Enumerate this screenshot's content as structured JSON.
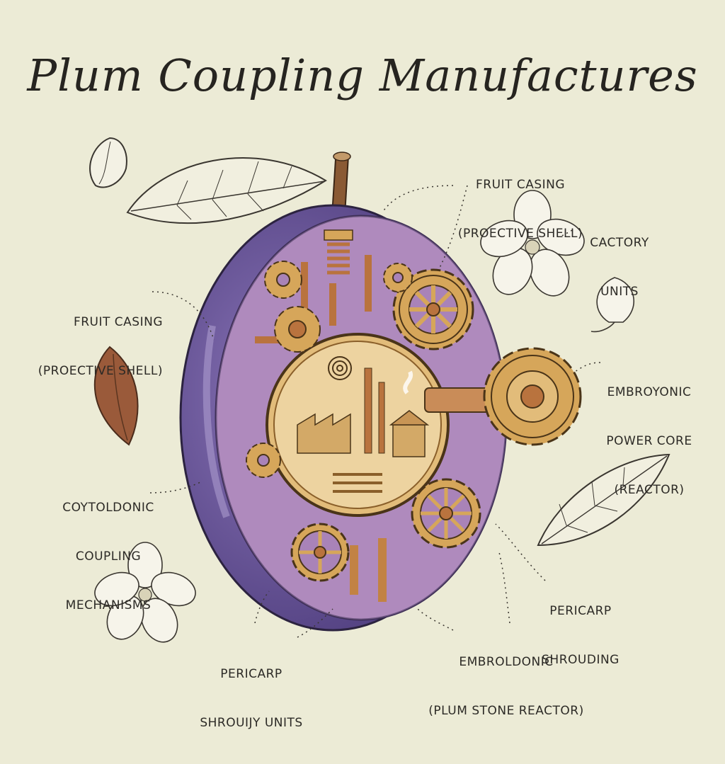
{
  "title": "Plum Coupling Manufactures",
  "labels": {
    "casing_top": [
      "FRUIT CASING",
      "(PROECTIVE SHELL)"
    ],
    "casing_left": [
      "FRUIT CASING",
      "(PROECTIVE SHELL)"
    ],
    "cactory": [
      "CACTORY",
      "UNITS"
    ],
    "power_core": [
      "EMBROYONIC",
      "POWER CORE",
      "(REACTOR)"
    ],
    "coupling": [
      "COYTOLDONIC",
      "COUPLING",
      "MECHANISMS"
    ],
    "pericarp_right": [
      "PERICARP",
      "SHROUDING"
    ],
    "embroldonic": [
      "EMBROLDONIC",
      "(PLUM STONE REACTOR)"
    ],
    "pericarp_bottom": [
      "PERICARP",
      "SHROUIJY UNITS"
    ]
  },
  "colors": {
    "background": "#ecebd6",
    "plum_skin": "#5f4a92",
    "plum_flesh": "#a983b8",
    "brass": "#d6a65a",
    "copper": "#b9733e",
    "seed": "#9a5a3a",
    "ink": "#2c2a26"
  }
}
